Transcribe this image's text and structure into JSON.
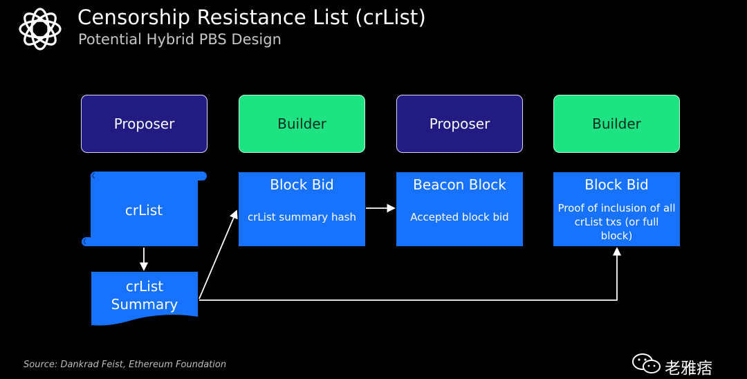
{
  "header": {
    "title": "Censorship Resistance List (crList)",
    "subtitle": "Potential Hybrid PBS Design",
    "logo_icon": "ethereum-foundation-flower-logo"
  },
  "roles": [
    {
      "label": "Proposer",
      "color": "#221b82"
    },
    {
      "label": "Builder",
      "color": "#1de383"
    },
    {
      "label": "Proposer",
      "color": "#221b82"
    },
    {
      "label": "Builder",
      "color": "#1de383"
    }
  ],
  "crlist": {
    "scroll_label": "crList",
    "summary_line1": "crList",
    "summary_line2": "Summary"
  },
  "cards": [
    {
      "title": "Block Bid",
      "body": "crList summary hash"
    },
    {
      "title": "Beacon Block",
      "body": "Accepted block bid"
    },
    {
      "title": "Block Bid",
      "body": "Proof of inclusion of all crList txs (or full block)"
    }
  ],
  "footer": {
    "source": "Source: Dankrad Feist, Ethereum Foundation",
    "watermark_text": "老雅痞",
    "watermark_icon": "wechat-icon"
  },
  "colors": {
    "background": "#000000",
    "proposer": "#221b82",
    "builder": "#1de383",
    "card": "#1773ff",
    "arrow": "#ffffff"
  }
}
